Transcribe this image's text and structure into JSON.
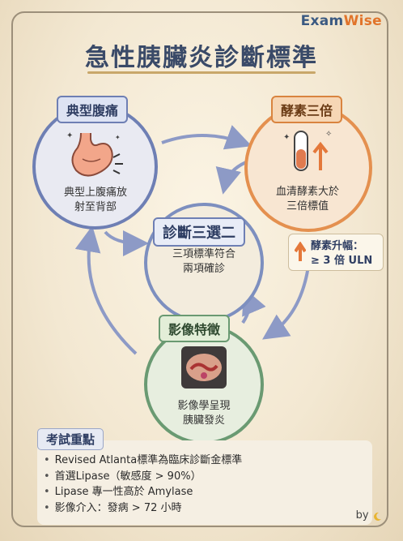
{
  "brand": {
    "part1": "Exam",
    "part2": "Wise"
  },
  "title": "急性胰臟炎診斷標準",
  "nodes": {
    "symptom": {
      "tag": "典型腹痛",
      "line1": "典型上腹痛放",
      "line2": "射至背部",
      "icon": "stomach-icon"
    },
    "enzyme": {
      "tag": "酵素三倍",
      "line1": "血清酵素大於",
      "line2": "三倍標值",
      "icon": "test-tube-icon"
    },
    "diagnosis": {
      "tag": "診斷三選二",
      "line1": "三項標準符合",
      "line2": "兩項確診"
    },
    "imaging": {
      "tag": "影像特徵",
      "line1": "影像學呈現",
      "line2": "胰臟發炎",
      "icon": "ct-scan-icon"
    }
  },
  "enzyme_note": {
    "title": "酵素升幅：",
    "value": "≥ 3 倍 ULN",
    "icon": "up-arrow-icon"
  },
  "exam_points": {
    "title": "考試重點",
    "items": [
      "Revised Atlanta標準為臨床診斷金標準",
      "首選Lipase（敏感度 > 90%）",
      "Lipase 專一性高於 Amylase",
      "影像介入：發病 > 72 小時"
    ]
  },
  "footer": {
    "by": "by"
  },
  "colors": {
    "blue": "#6e7fb4",
    "orange": "#e4904f",
    "green": "#6a9a72",
    "arrow": "#8d9ac6"
  }
}
